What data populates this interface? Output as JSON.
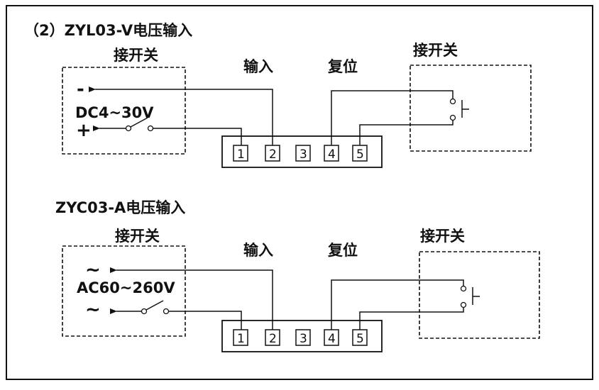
{
  "top": {
    "title": "（2）ZYL03-V电压输入",
    "left_box_label": "接开关",
    "input_label": "输入",
    "reset_label": "复位",
    "right_box_label": "接开关",
    "voltage_label": "DC4~30V",
    "neg_sign": "-",
    "pos_sign": "+",
    "terminals": [
      "1",
      "2",
      "3",
      "4",
      "5"
    ]
  },
  "bottom": {
    "title": "ZYC03-A电压输入",
    "left_box_label": "接开关",
    "input_label": "输入",
    "reset_label": "复位",
    "right_box_label": "接开关",
    "voltage_label": "AC60~260V",
    "ac_sign_top": "~",
    "ac_sign_bottom": "~",
    "terminals": [
      "1",
      "2",
      "3",
      "4",
      "5"
    ]
  }
}
